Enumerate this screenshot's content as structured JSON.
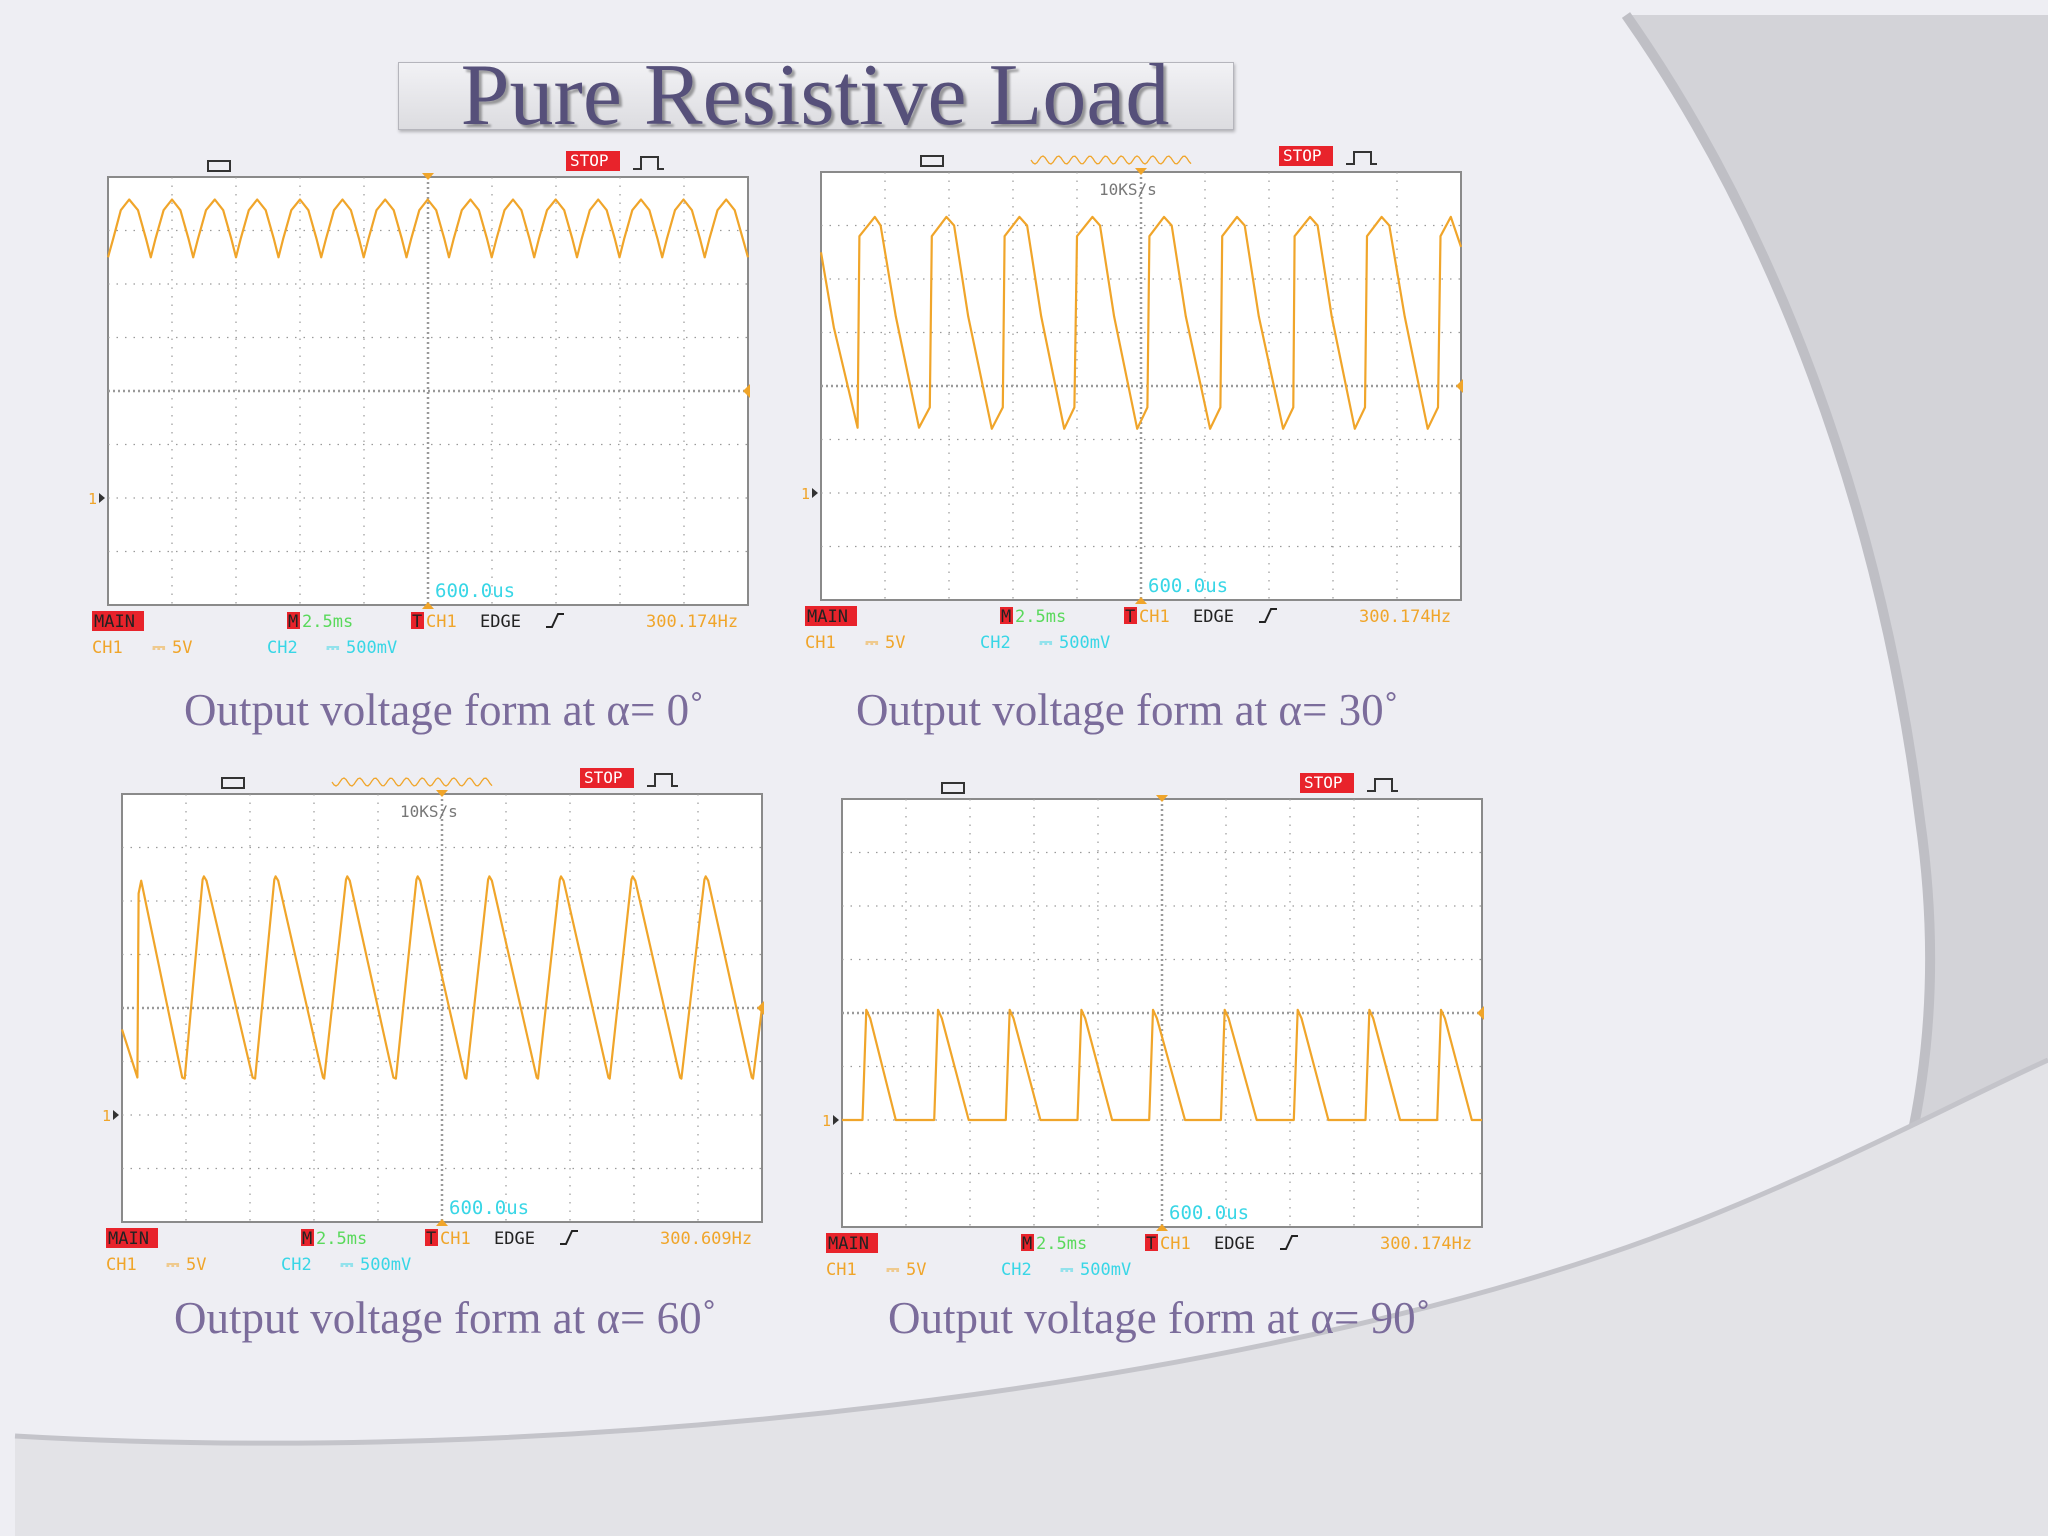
{
  "slide": {
    "title": "Pure Resistive Load",
    "colors": {
      "background": "#eeeef3",
      "title": "#56507a",
      "caption": "#7b6c9b",
      "trace": "#f0a52a",
      "cyan": "#38d6e6",
      "label_red": "#e8232b",
      "green": "#59d95b",
      "grid": "#9a9a9a"
    }
  },
  "chart_data": [
    {
      "type": "line",
      "caption": "Output voltage form at α= 0˚",
      "alpha_deg": 0,
      "readouts": {
        "stop": "STOP",
        "sample_rate": "",
        "delay": "600.0us",
        "main": "MAIN",
        "time_prefix": "M",
        "timebase": "2.5ms",
        "trig_prefix": "T",
        "trig_src": "CH1",
        "trig_mode": "EDGE",
        "freq": "300.174Hz",
        "ch1": "CH1",
        "ch1_scale": "5V",
        "ch2": "CH2",
        "ch2_scale": "500mV",
        "marker": "1"
      },
      "x_unit": "ms",
      "y_unit": "V",
      "xlim": [
        0,
        25
      ],
      "ylim": [
        -20,
        20
      ],
      "series": [
        {
          "x": [
            0,
            0.2,
            0.5,
            0.83,
            1.17,
            1.49,
            1.67,
            1.85,
            2.17,
            2.5,
            2.83,
            3.15,
            3.33,
            3.51,
            3.83,
            4.17,
            4.5,
            4.82,
            5,
            5.18,
            5.5,
            5.83,
            6.16,
            6.48,
            6.66,
            6.84,
            7.16,
            7.5,
            7.83,
            8.15,
            8.33,
            8.51,
            8.83,
            9.16,
            9.49,
            9.81,
            9.99,
            10.17,
            10.49,
            10.83,
            11.16,
            11.48,
            11.66,
            11.84,
            12.16,
            12.49,
            12.82,
            13.14,
            13.32,
            13.5,
            13.82,
            14.16,
            14.49,
            14.81,
            14.99,
            15.17,
            15.49,
            15.82,
            16.15,
            16.47,
            16.65,
            16.83,
            17.15,
            17.49,
            17.82,
            18.14,
            18.32,
            18.5,
            18.82,
            19.15,
            19.48,
            19.8,
            19.98,
            20.16,
            20.48,
            20.82,
            21.15,
            21.47,
            21.65,
            21.83,
            22.15,
            22.48,
            22.81,
            23.13,
            23.31,
            23.49,
            23.81,
            24.15,
            24.48,
            24.8,
            25
          ],
          "y": [
            12.5,
            14.2,
            16.9,
            17.9,
            16.9,
            14.2,
            12.5,
            14.2,
            16.9,
            17.9,
            16.9,
            14.2,
            12.5,
            14.2,
            16.9,
            17.9,
            16.9,
            14.2,
            12.5,
            14.2,
            16.9,
            17.9,
            16.9,
            14.2,
            12.5,
            14.2,
            16.9,
            17.9,
            16.9,
            14.2,
            12.5,
            14.2,
            16.9,
            17.9,
            16.9,
            14.2,
            12.5,
            14.2,
            16.9,
            17.9,
            16.9,
            14.2,
            12.5,
            14.2,
            16.9,
            17.9,
            16.9,
            14.2,
            12.5,
            14.2,
            16.9,
            17.9,
            16.9,
            14.2,
            12.5,
            14.2,
            16.9,
            17.9,
            16.9,
            14.2,
            12.5,
            14.2,
            16.9,
            17.9,
            16.9,
            14.2,
            12.5,
            14.2,
            16.9,
            17.9,
            16.9,
            14.2,
            12.5,
            14.2,
            16.9,
            17.9,
            16.9,
            14.2,
            12.5,
            14.2,
            16.9,
            17.9,
            16.9,
            14.2,
            12.5,
            14.2,
            16.9,
            17.9,
            16.9,
            14.2,
            12.5
          ]
        }
      ]
    },
    {
      "type": "line",
      "caption": "Output voltage form at α= 30˚",
      "alpha_deg": 30,
      "readouts": {
        "stop": "STOP",
        "sample_rate": "10KS/s",
        "delay": "600.0us",
        "main": "MAIN",
        "time_prefix": "M",
        "timebase": "2.5ms",
        "trig_prefix": "T",
        "trig_src": "CH1",
        "trig_mode": "EDGE",
        "freq": "300.174Hz",
        "ch1": "CH1",
        "ch1_scale": "5V",
        "ch2": "CH2",
        "ch2_scale": "500mV",
        "marker": "1"
      },
      "x_unit": "ms",
      "y_unit": "V",
      "xlim": [
        0,
        25
      ],
      "ylim": [
        -20,
        20
      ],
      "series": [
        {
          "x": [
            0,
            0.5,
            1.43,
            1.5,
            2.1,
            2.33,
            2.92,
            3.83,
            4.25,
            4.33,
            4.9,
            5.2,
            5.75,
            6.67,
            7.1,
            7.17,
            7.75,
            8.05,
            8.6,
            9.5,
            9.9,
            10,
            10.6,
            10.9,
            11.45,
            12.35,
            12.75,
            12.83,
            13.4,
            13.7,
            14.25,
            15.2,
            15.6,
            15.67,
            16.25,
            16.55,
            17.1,
            18.05,
            18.45,
            18.5,
            19.1,
            19.4,
            19.95,
            20.85,
            21.25,
            21.33,
            21.9,
            22.2,
            22.8,
            23.7,
            24.1,
            24.2,
            24.6,
            25
          ],
          "y": [
            12.5,
            5.5,
            -3.9,
            14,
            15.8,
            15,
            6.5,
            -3.9,
            -2,
            14,
            15.8,
            15,
            6.5,
            -4,
            -2,
            14,
            15.8,
            15,
            6.5,
            -4,
            -2,
            14,
            15.8,
            15,
            6.5,
            -4,
            -2,
            14,
            15.8,
            15,
            6.5,
            -4,
            -2,
            14,
            15.8,
            15,
            6.5,
            -4,
            -2,
            14,
            15.8,
            15,
            6.5,
            -4,
            -2,
            14,
            15.8,
            15,
            6.5,
            -4,
            -2,
            14,
            15.8,
            13
          ]
        }
      ]
    },
    {
      "type": "line",
      "caption": "Output voltage form at α= 60˚",
      "alpha_deg": 60,
      "readouts": {
        "stop": "STOP",
        "sample_rate": "10KS/s",
        "delay": "600.0us",
        "main": "MAIN",
        "time_prefix": "M",
        "timebase": "2.5ms",
        "trig_prefix": "T",
        "trig_src": "CH1",
        "trig_mode": "EDGE",
        "freq": "300.609Hz",
        "ch1": "CH1",
        "ch1_scale": "5V",
        "ch2": "CH2",
        "ch2_scale": "500mV",
        "marker": "1"
      },
      "x_unit": "ms",
      "y_unit": "V",
      "xlim": [
        0,
        25
      ],
      "ylim": [
        -20,
        20
      ],
      "series": [
        {
          "x": [
            0,
            0.6,
            0.65,
            0.75,
            2.35,
            2.45,
            3.15,
            3.2,
            3.3,
            5.1,
            5.2,
            5.95,
            6.0,
            6.1,
            7.85,
            7.9,
            8.75,
            8.8,
            8.9,
            10.6,
            10.7,
            11.5,
            11.55,
            11.65,
            13.4,
            13.45,
            14.3,
            14.35,
            14.45,
            16.2,
            16.25,
            17.1,
            17.15,
            17.25,
            19.0,
            19.05,
            19.9,
            19.95,
            20.05,
            21.8,
            21.85,
            22.75,
            22.8,
            22.9,
            24.6,
            24.65,
            25
          ],
          "y": [
            -2,
            -6.5,
            10.7,
            11.9,
            -6.5,
            -6.6,
            12,
            12.3,
            11.9,
            -6.5,
            -6.6,
            12,
            12.3,
            11.9,
            -6.5,
            -6.6,
            12,
            12.3,
            11.9,
            -6.5,
            -6.6,
            12,
            12.3,
            11.9,
            -6.5,
            -6.6,
            12,
            12.3,
            11.9,
            -6.5,
            -6.6,
            12,
            12.3,
            11.9,
            -6.5,
            -6.6,
            12,
            12.3,
            11.9,
            -6.5,
            -6.6,
            12,
            12.3,
            11.9,
            -6.5,
            -6.6,
            0
          ]
        }
      ]
    },
    {
      "type": "line",
      "caption": "Output voltage form at α= 90˚",
      "alpha_deg": 90,
      "readouts": {
        "stop": "STOP",
        "sample_rate": "",
        "delay": "600.0us",
        "main": "MAIN",
        "time_prefix": "M",
        "timebase": "2.5ms",
        "trig_prefix": "T",
        "trig_src": "CH1",
        "trig_mode": "EDGE",
        "freq": "300.174Hz",
        "ch1": "CH1",
        "ch1_scale": "5V",
        "ch2": "CH2",
        "ch2_scale": "500mV",
        "marker": "1"
      },
      "x_unit": "ms",
      "y_unit": "V",
      "xlim": [
        0,
        25
      ],
      "ylim": [
        -20,
        20
      ],
      "series": [
        {
          "x": [
            0,
            0.8,
            0.95,
            1.1,
            2.1,
            2.3,
            3.6,
            3.75,
            3.9,
            4.95,
            5.1,
            6.4,
            6.55,
            6.7,
            7.75,
            7.95,
            9.2,
            9.35,
            9.5,
            10.55,
            10.75,
            12.0,
            12.15,
            12.3,
            13.4,
            13.55,
            14.8,
            14.95,
            15.1,
            16.2,
            16.4,
            17.65,
            17.8,
            17.95,
            19.0,
            19.2,
            20.45,
            20.6,
            20.75,
            21.8,
            22.0,
            23.25,
            23.4,
            23.55,
            24.6,
            24.75,
            25
          ],
          "y": [
            -10,
            -10,
            0.3,
            -0.5,
            -10,
            -10,
            -10,
            0.3,
            -0.5,
            -10,
            -10,
            -10,
            0.3,
            -0.5,
            -10,
            -10,
            -10,
            0.3,
            -0.5,
            -10,
            -10,
            -10,
            0.3,
            -0.5,
            -10,
            -10,
            -10,
            0.3,
            -0.5,
            -10,
            -10,
            -10,
            0.3,
            -0.5,
            -10,
            -10,
            -10,
            0.3,
            -0.5,
            -10,
            -10,
            -10,
            0.3,
            -0.5,
            -10,
            -10,
            -10
          ]
        }
      ]
    }
  ]
}
